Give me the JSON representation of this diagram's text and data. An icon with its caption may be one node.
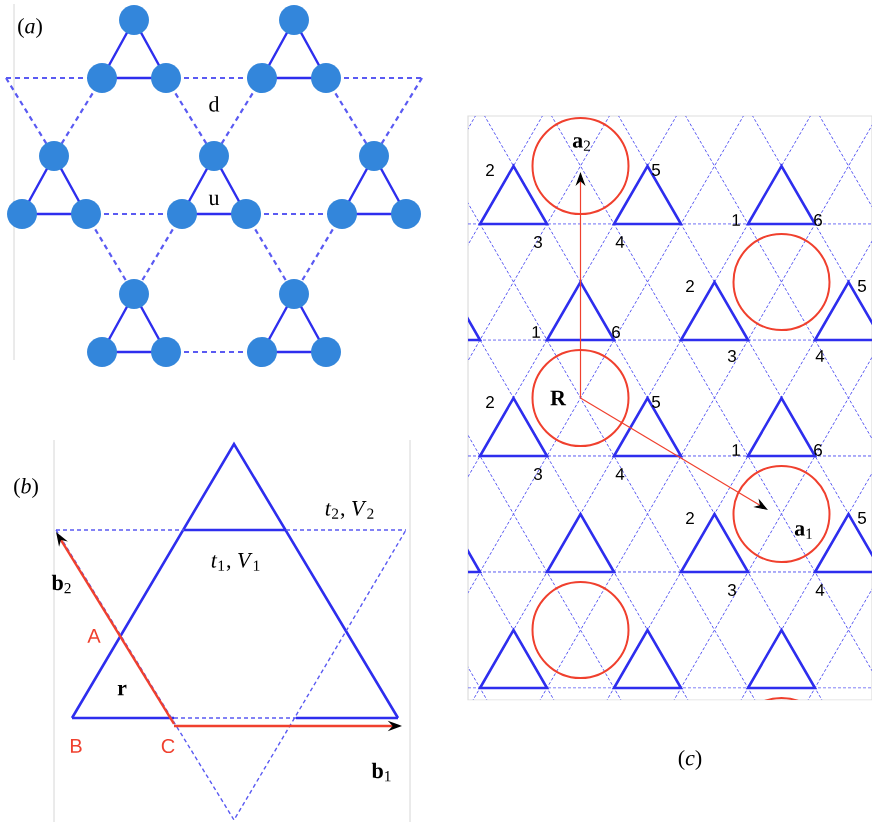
{
  "diagram": {
    "labels": [
      "(*a*)",
      "d",
      "u",
      "(*b*)",
      "*t*$_{2}$, *V*$_{2}$",
      "*t*$_{1}$, *V*$_{1}$",
      "**b**$_{2}$",
      "A",
      "r",
      "B",
      "C",
      "**b**$_{1}$",
      "**a**$_{2}$",
      "2",
      "5",
      "1",
      "6",
      "3",
      "4",
      "2",
      "5",
      "1",
      "6",
      "3",
      "4",
      "2",
      "R",
      "5",
      "1",
      "6",
      "3",
      "4",
      "2",
      "5",
      "**a**$_{1}$",
      "3",
      "4",
      "(*c*)"
    ]
  }
}
